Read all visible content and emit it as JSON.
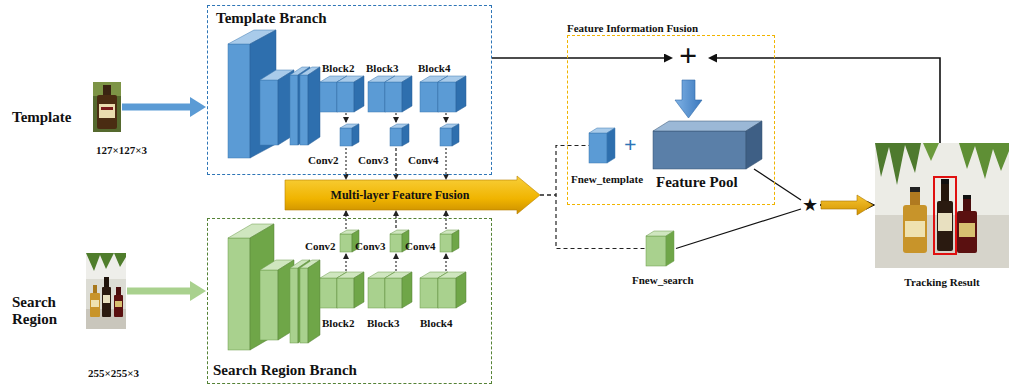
{
  "diagram": {
    "nodes": [
      {
        "text": [
          "Template",
          "127×127×3"
        ]
      },
      {
        "text": [
          "Template Branch"
        ]
      },
      {
        "text": [
          "Multi-layer Feature Fusion"
        ]
      },
      {
        "text": [
          "Search Region",
          "255×255×3"
        ]
      },
      {
        "text": [
          "Search Region Branch"
        ]
      },
      {
        "text": [
          "Feature Information Fusion"
        ]
      },
      {
        "text": [
          "Fnew_template"
        ],
        "in": 5
      },
      {
        "text": [
          "Feature Pool"
        ],
        "in": 5
      },
      {
        "text": [
          "Fnew_search"
        ]
      },
      {
        "text": [
          "Tracking Result"
        ]
      }
    ],
    "edges": [
      {
        "from": 0,
        "to": 1,
        "arrow": "to"
      },
      {
        "from": 3,
        "to": 4,
        "arrow": "to"
      },
      {
        "from": 1,
        "to": 2,
        "arrow": "to"
      },
      {
        "from": 4,
        "to": 2,
        "arrow": "to"
      },
      {
        "from": 1,
        "to": 5,
        "arrow": "to"
      },
      {
        "from": 9,
        "to": 5,
        "arrow": "to"
      },
      {
        "from": 2,
        "to": 6,
        "arrow": "none"
      },
      {
        "from": 2,
        "to": 8,
        "arrow": "none"
      },
      {
        "from": 7,
        "to": 9,
        "arrow": "to"
      },
      {
        "from": 8,
        "to": 9,
        "arrow": "to"
      }
    ],
    "labels": [
      "Block2",
      "Block3",
      "Block4",
      "Conv2",
      "Conv3",
      "Conv4",
      "Conv2",
      "Conv3",
      "Conv4",
      "Block2",
      "Block3",
      "Block4",
      "+",
      "+",
      "★"
    ]
  }
}
